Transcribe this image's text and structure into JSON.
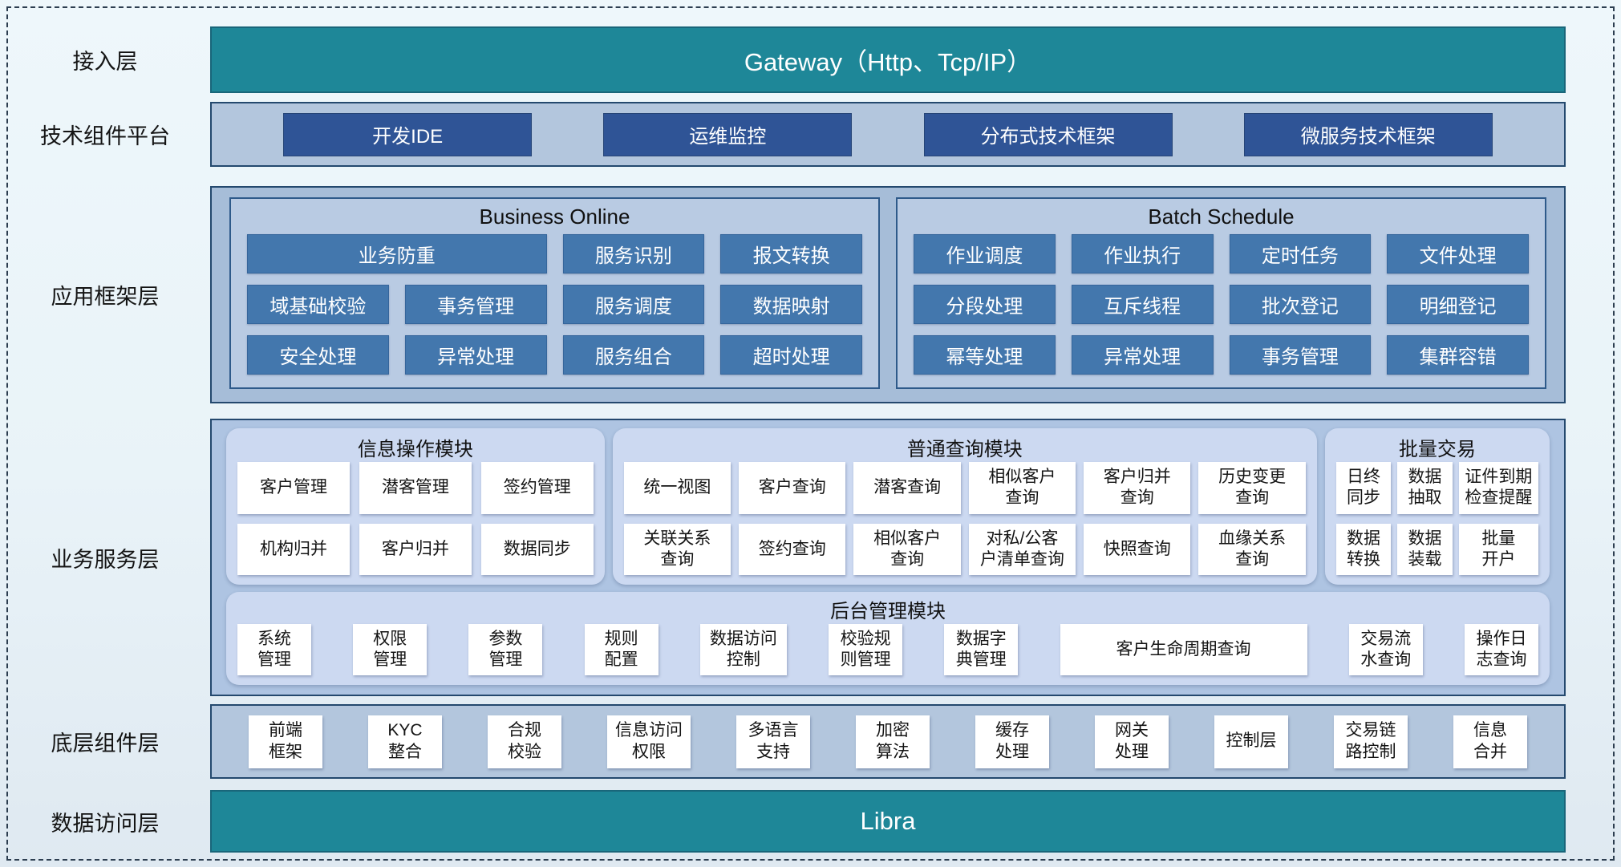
{
  "colors": {
    "teal_banner": "#1e8798",
    "navy_button": "#2f5496",
    "steel_button": "#4377ad",
    "container_blue": "#a6bdd8",
    "panel_periwinkle": "#ccd9f1",
    "border_navy": "#24496e"
  },
  "layers": {
    "access": {
      "label": "接入层",
      "banner": "Gateway（Http、Tcp/IP）"
    },
    "tech_platform": {
      "label": "技术组件平台",
      "buttons": [
        "开发IDE",
        "运维监控",
        "分布式技术框架",
        "微服务技术框架"
      ]
    },
    "app_framework": {
      "label": "应用框架层",
      "panels": [
        {
          "title": "Business Online",
          "cells": [
            {
              "text": "业务防重",
              "span": 2
            },
            {
              "text": "服务识别"
            },
            {
              "text": "报文转换"
            },
            {
              "text": "域基础校验"
            },
            {
              "text": "事务管理"
            },
            {
              "text": "服务调度"
            },
            {
              "text": "数据映射"
            },
            {
              "text": "安全处理"
            },
            {
              "text": "异常处理"
            },
            {
              "text": "服务组合"
            },
            {
              "text": "超时处理"
            }
          ]
        },
        {
          "title": "Batch Schedule",
          "cells": [
            {
              "text": "作业调度"
            },
            {
              "text": "作业执行"
            },
            {
              "text": "定时任务"
            },
            {
              "text": "文件处理"
            },
            {
              "text": "分段处理"
            },
            {
              "text": "互斥线程"
            },
            {
              "text": "批次登记"
            },
            {
              "text": "明细登记"
            },
            {
              "text": "幂等处理"
            },
            {
              "text": "异常处理"
            },
            {
              "text": "事务管理"
            },
            {
              "text": "集群容错"
            }
          ]
        }
      ]
    },
    "business_service": {
      "label": "业务服务层",
      "modules": [
        {
          "title": "信息操作模块",
          "cards": [
            "客户管理",
            "潜客管理",
            "签约管理",
            "机构归并",
            "客户归并",
            "数据同步"
          ]
        },
        {
          "title": "普通查询模块",
          "cards": [
            "统一视图",
            "客户查询",
            "潜客查询",
            "相似客户\n查询",
            "客户归并\n查询",
            "历史变更\n查询",
            "关联关系\n查询",
            "签约查询",
            "相似客户\n查询",
            "对私/公客\n户清单查询",
            "快照查询",
            "血缘关系\n查询"
          ]
        },
        {
          "title": "批量交易",
          "cards": [
            "日终\n同步",
            "数据\n抽取",
            "证件到期\n检查提醒",
            "数据\n转换",
            "数据\n装载",
            "批量\n开户"
          ]
        }
      ],
      "admin_module": {
        "title": "后台管理模块",
        "cards": [
          {
            "text": "系统\n管理"
          },
          {
            "text": "权限\n管理"
          },
          {
            "text": "参数\n管理"
          },
          {
            "text": "规则\n配置"
          },
          {
            "text": "数据访问\n控制"
          },
          {
            "text": "校验规\n则管理"
          },
          {
            "text": "数据字\n典管理"
          },
          {
            "text": "客户生命周期查询",
            "wide": true
          },
          {
            "text": "交易流\n水查询"
          },
          {
            "text": "操作日\n志查询"
          }
        ]
      }
    },
    "base_components": {
      "label": "底层组件层",
      "cards": [
        "前端\n框架",
        "KYC\n整合",
        "合规\n校验",
        "信息访问\n权限",
        "多语言\n支持",
        "加密\n算法",
        "缓存\n处理",
        "网关\n处理",
        "控制层",
        "交易链\n路控制",
        "信息\n合并"
      ]
    },
    "data_access": {
      "label": "数据访问层",
      "banner": "Libra"
    }
  }
}
